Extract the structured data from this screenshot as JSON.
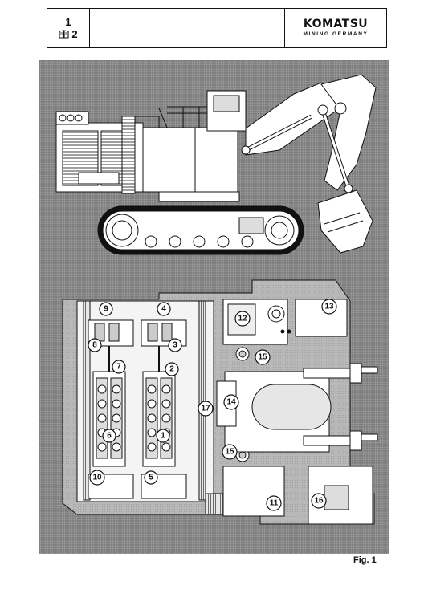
{
  "header": {
    "page_number": "1",
    "reference_number": "2",
    "brand_name": "KOMATSU",
    "brand_subtitle": "MINING GERMANY"
  },
  "figure": {
    "label": "Fig. 1",
    "callouts": [
      "1",
      "2",
      "3",
      "4",
      "5",
      "6",
      "7",
      "8",
      "9",
      "10",
      "11",
      "12",
      "13",
      "14",
      "15",
      "15",
      "16",
      "17"
    ]
  }
}
